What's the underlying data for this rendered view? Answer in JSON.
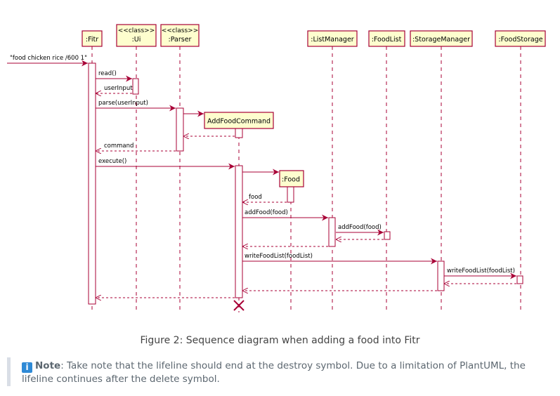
{
  "participants": [
    {
      "id": "fitr",
      "stereotype": "",
      "label": ":Fitr"
    },
    {
      "id": "ui",
      "stereotype": "<<class>>",
      "label": ":Ui"
    },
    {
      "id": "parser",
      "stereotype": "<<class>>",
      "label": ":Parser"
    },
    {
      "id": "addfood",
      "stereotype": "",
      "label": "AddFoodCommand"
    },
    {
      "id": "food",
      "stereotype": "",
      "label": ":Food"
    },
    {
      "id": "listmanager",
      "stereotype": "",
      "label": ":ListManager"
    },
    {
      "id": "foodlist",
      "stereotype": "",
      "label": ":FoodList"
    },
    {
      "id": "storagemanager",
      "stereotype": "",
      "label": ":StorageManager"
    },
    {
      "id": "foodstorage",
      "stereotype": "",
      "label": ":FoodStorage"
    }
  ],
  "messages": [
    {
      "label": "\"food chicken rice /600 1\"",
      "kind": "call"
    },
    {
      "label": "read()",
      "kind": "call"
    },
    {
      "label": "userInput",
      "kind": "return"
    },
    {
      "label": "parse(userInput)",
      "kind": "call"
    },
    {
      "label": "",
      "kind": "create"
    },
    {
      "label": "",
      "kind": "return"
    },
    {
      "label": "command",
      "kind": "return"
    },
    {
      "label": "execute()",
      "kind": "call"
    },
    {
      "label": "",
      "kind": "create"
    },
    {
      "label": "food",
      "kind": "return"
    },
    {
      "label": "addFood(food)",
      "kind": "call"
    },
    {
      "label": "addFood(food)",
      "kind": "call"
    },
    {
      "label": "",
      "kind": "return"
    },
    {
      "label": "",
      "kind": "return"
    },
    {
      "label": "writeFoodList(foodList)",
      "kind": "call"
    },
    {
      "label": "writeFoodList(foodList)",
      "kind": "call"
    },
    {
      "label": "",
      "kind": "return"
    },
    {
      "label": "",
      "kind": "return"
    },
    {
      "label": "",
      "kind": "return"
    }
  ],
  "caption": "Figure 2: Sequence diagram when adding a food into Fitr",
  "note": {
    "label": "Note",
    "text": ": Take note that the lifeline should end at the destroy symbol. Due to a limitation of PlantUML, the lifeline continues after the delete symbol."
  },
  "colors": {
    "line": "#a80036",
    "box_fill": "#fefece",
    "box_border": "#a80036",
    "info_icon": "#2f8ad6"
  }
}
